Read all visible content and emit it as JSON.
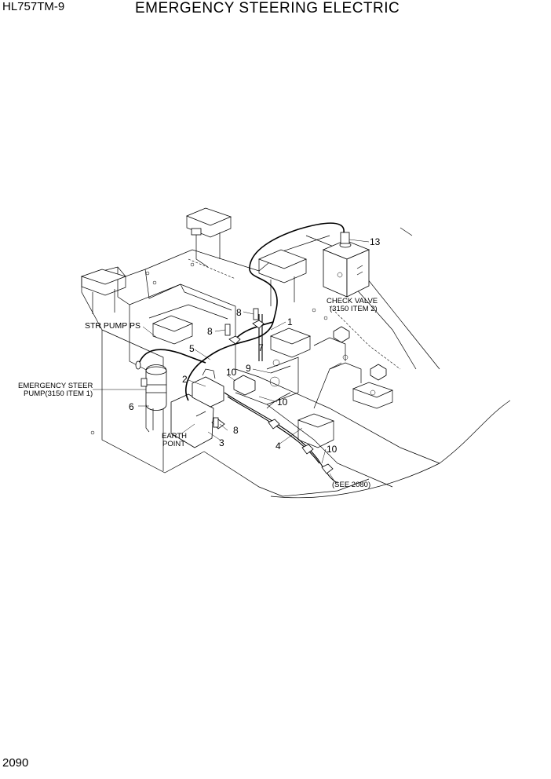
{
  "header": {
    "model": "HL757TM-9",
    "title": "EMERGENCY STEERING ELECTRIC"
  },
  "footer": {
    "page_number": "2090"
  },
  "callouts": {
    "c1": "1",
    "c2": "2",
    "c3": "3",
    "c4": "4",
    "c5": "5",
    "c6": "6",
    "c7": "7",
    "c8a": "8",
    "c8b": "8",
    "c8c": "8",
    "c9": "9",
    "c10a": "10",
    "c10b": "10",
    "c10c": "10",
    "c13": "13"
  },
  "notes": {
    "str_pump": "STR PUMP PS",
    "emergency_pump_1": "EMERGENCY STEER",
    "emergency_pump_2": "PUMP(3150 ITEM 1)",
    "earth_1": "EARTH",
    "earth_2": "POINT",
    "check_valve_1": "CHECK VALVE",
    "check_valve_2": "(3150 ITEM 2)",
    "see_ref": "(SEE 2080)"
  }
}
